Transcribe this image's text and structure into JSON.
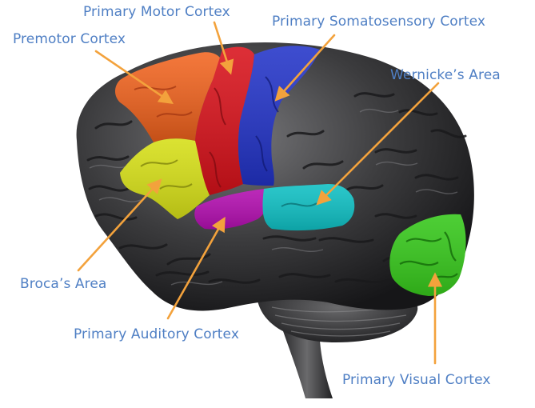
{
  "colors": {
    "label_text": "#4f7fc4",
    "arrow": "#f3a23c",
    "brain_base": "#3a3a3c",
    "brain_light": "#6d6d70",
    "brain_dark": "#1c1c1e",
    "premotor": "#f2621c",
    "motor": "#d8111a",
    "somatosensory": "#2233c8",
    "broca": "#d6df18",
    "auditory": "#b30fb0",
    "wernicke": "#10c0c4",
    "visual": "#37c81c"
  },
  "labels": {
    "primary_motor_cortex": "Primary Motor Cortex",
    "primary_somatosensory_cortex": "Primary Somatosensory Cortex",
    "premotor_cortex": "Premotor Cortex",
    "wernickes_area": "Wernicke’s Area",
    "brocas_area": "Broca’s Area",
    "primary_auditory_cortex": "Primary Auditory Cortex",
    "primary_visual_cortex": "Primary Visual Cortex"
  }
}
